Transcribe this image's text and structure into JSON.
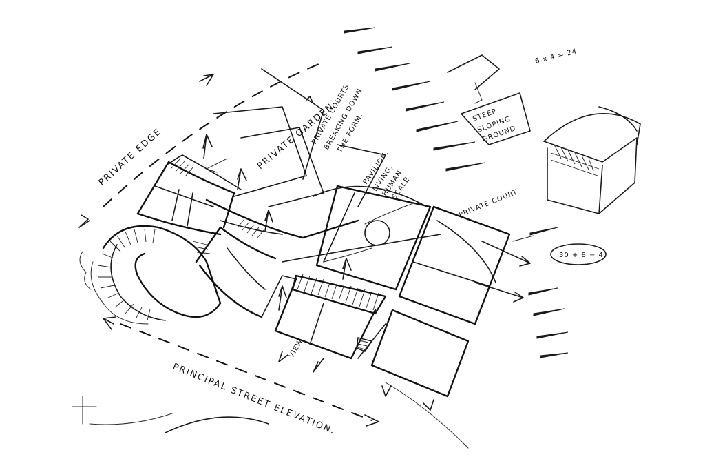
{
  "labels": {
    "private_edge": "PRIVATE EDGE",
    "principal_street": "PRINCIPAL STREET ELEVATION.",
    "private_garden": "PRIVATE GARDEN",
    "private_courts_1": "PRIVATE COURTS",
    "private_courts_2": "BREAKING DOWN",
    "private_courts_3": "THE FORM.",
    "pavilion_1": "PAVILION.",
    "pavilion_2": "LIVING,",
    "pavilion_3": "HUMAN",
    "pavilion_4": "SCALE.",
    "steep_1": "STEEP",
    "steep_2": "SLOPING",
    "steep_3": "GROUND",
    "private_court": "PRIVATE COURT",
    "view": "VIEW",
    "calc_top": "6 x 4 = 24",
    "calc_right": "30 + 8 = 4."
  },
  "colors": {
    "ink": "#1a1a1a",
    "paper": "#ffffff"
  }
}
